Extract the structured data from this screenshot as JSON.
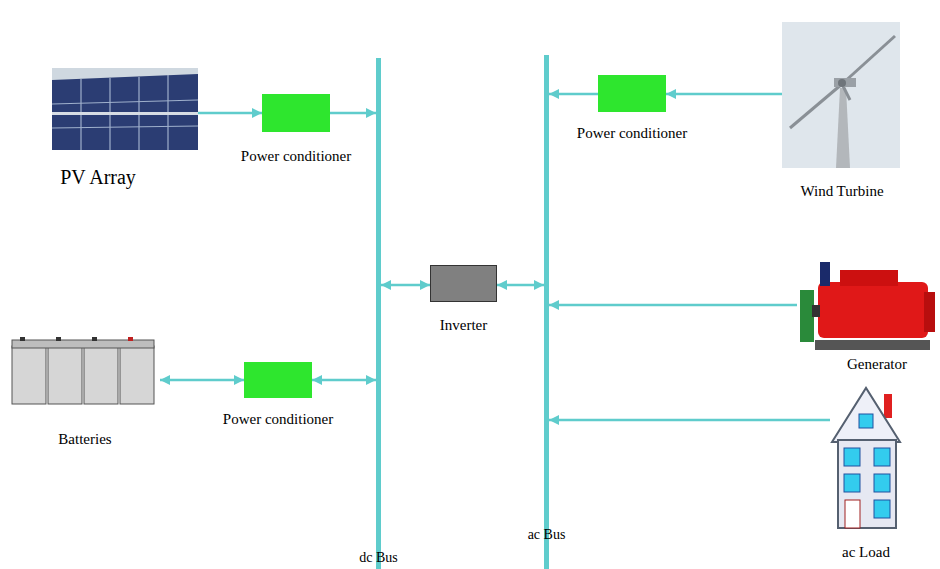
{
  "diagram": {
    "nodes": [
      {
        "text": [
          "PV Array"
        ]
      },
      {
        "text": [
          "Power conditioner"
        ]
      },
      {
        "text": [
          "dc Bus"
        ]
      },
      {
        "text": [
          "ac Bus"
        ]
      },
      {
        "text": [
          "Power conditioner"
        ]
      },
      {
        "text": [
          "Wind Turbine"
        ]
      },
      {
        "text": [
          "Inverter"
        ]
      },
      {
        "text": [
          "Generator"
        ]
      },
      {
        "text": [
          "Batteries"
        ]
      },
      {
        "text": [
          "Power conditioner"
        ]
      },
      {
        "text": [
          "ac Load"
        ]
      }
    ],
    "edges": [
      {
        "from": 0,
        "to": 1,
        "arrow": "to"
      },
      {
        "from": 1,
        "to": 2,
        "arrow": "to"
      },
      {
        "from": 5,
        "to": 4,
        "arrow": "to"
      },
      {
        "from": 4,
        "to": 3,
        "arrow": "to"
      },
      {
        "from": 2,
        "to": 6,
        "arrow": "both"
      },
      {
        "from": 6,
        "to": 3,
        "arrow": "both"
      },
      {
        "from": 7,
        "to": 3,
        "arrow": "to"
      },
      {
        "from": 8,
        "to": 9,
        "arrow": "both"
      },
      {
        "from": 9,
        "to": 2,
        "arrow": "both"
      },
      {
        "from": 10,
        "to": 3,
        "arrow": "to"
      }
    ]
  }
}
